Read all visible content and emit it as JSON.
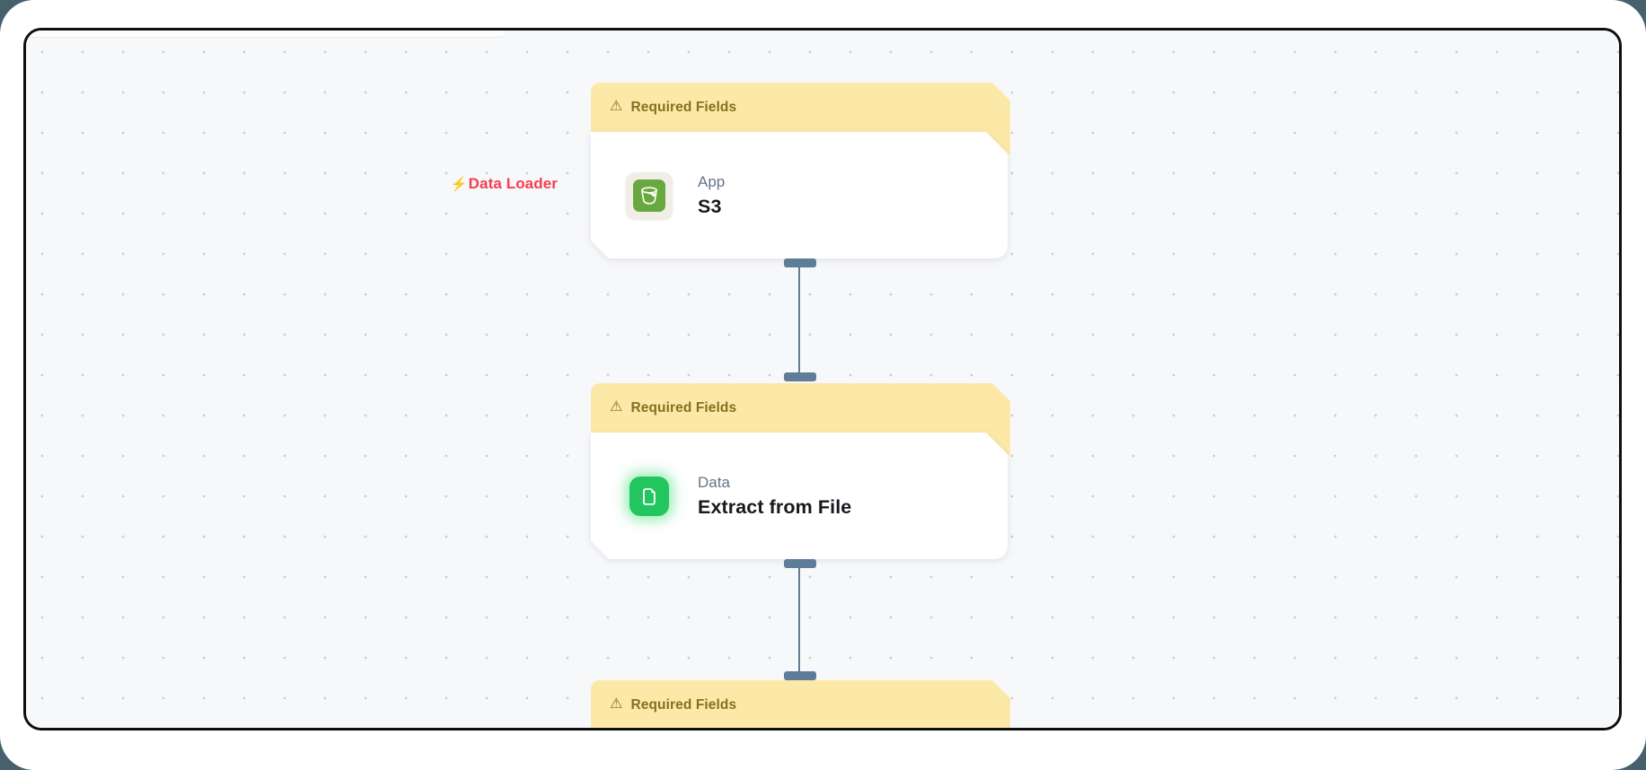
{
  "colors": {
    "page_background": "#46606c",
    "surface": "#ffffff",
    "canvas_background": "#f7f8fa",
    "canvas_dot": "#c9cdd4",
    "frame_border": "#0c0e11",
    "banner_background": "#fce9a7",
    "banner_text": "#857021",
    "handle": "#5f7d99",
    "connector_line": "#5f7d99",
    "category_text": "#64748b",
    "title_text": "#16191d",
    "annotation_red": "#f43f4d",
    "s3_icon_green": "#69a83e",
    "s3_tile_beige": "#f0eee7",
    "extract_icon_green": "#22c55e"
  },
  "icons": {
    "warning": "⚠",
    "bolt": "⚡"
  },
  "annotation": {
    "label": "Data Loader"
  },
  "nodes": [
    {
      "warning_label": "Required Fields",
      "category": "App",
      "title": "S3"
    },
    {
      "warning_label": "Required Fields",
      "category": "Data",
      "title": "Extract from File"
    },
    {
      "warning_label": "Required Fields"
    }
  ]
}
